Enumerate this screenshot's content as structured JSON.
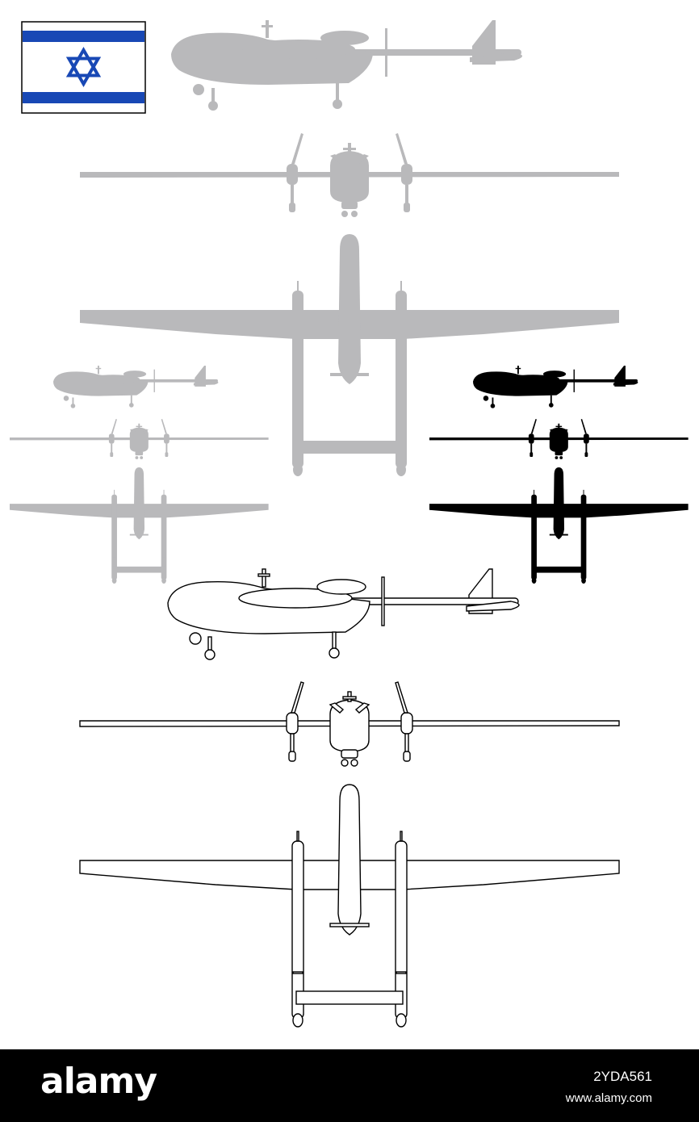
{
  "colors": {
    "gray_fill": "#b9b9bb",
    "gray_dark": "#8d8d90",
    "black_fill": "#000000",
    "outline_stroke": "#000000",
    "flag_blue": "#1848b5",
    "footer_bg": "#000000"
  },
  "flag": {
    "icon": "israel-flag-icon"
  },
  "watermark": {
    "logo_text": "alamy",
    "image_id": "2YDA561",
    "site": "www.alamy.com"
  }
}
